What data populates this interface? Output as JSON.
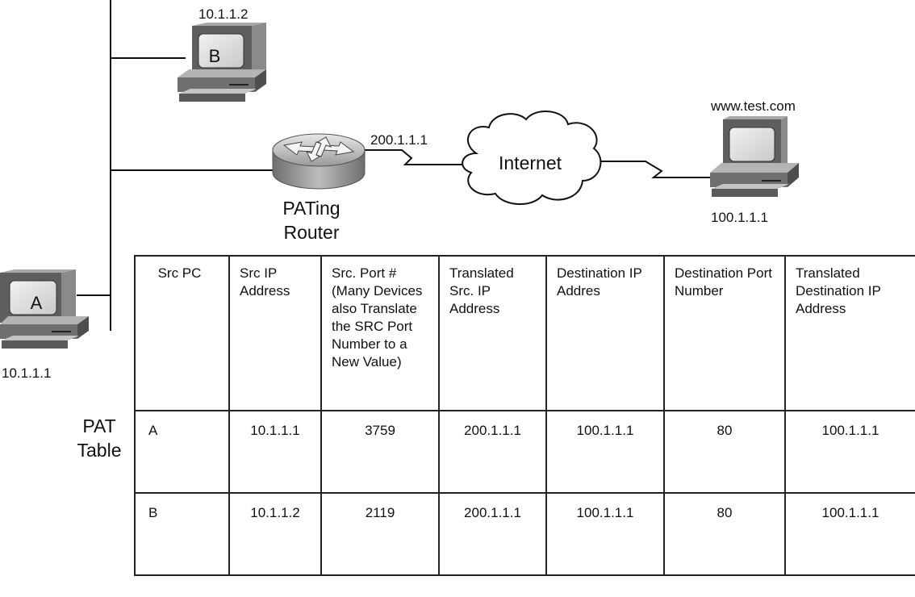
{
  "hosts": {
    "a": {
      "letter": "A",
      "ip": "10.1.1.1"
    },
    "b": {
      "letter": "B",
      "ip": "10.1.1.2"
    },
    "server": {
      "name": "www.test.com",
      "ip": "100.1.1.1"
    }
  },
  "router": {
    "ip": "200.1.1.1",
    "label_line1": "PATing",
    "label_line2": "Router"
  },
  "cloud_label": "Internet",
  "table_title": {
    "line1": "PAT",
    "line2": "Table"
  },
  "table": {
    "headers": [
      "Src PC",
      "Src IP Address",
      "Src. Port # (Many Devices also Translate the SRC Port Number to a New Value)",
      "Translated Src. IP Address",
      "Destination IP Addres",
      "Destination Port Number",
      "Translated Destination IP Address"
    ],
    "rows": [
      [
        "A",
        "10.1.1.1",
        "3759",
        "200.1.1.1",
        "100.1.1.1",
        "80",
        "100.1.1.1"
      ],
      [
        "B",
        "10.1.1.2",
        "2119",
        "200.1.1.1",
        "100.1.1.1",
        "80",
        "100.1.1.1"
      ]
    ]
  },
  "colors": {
    "pc_body": "#7a7a7a",
    "router_body": "#8f8f8f",
    "line": "#111111"
  }
}
